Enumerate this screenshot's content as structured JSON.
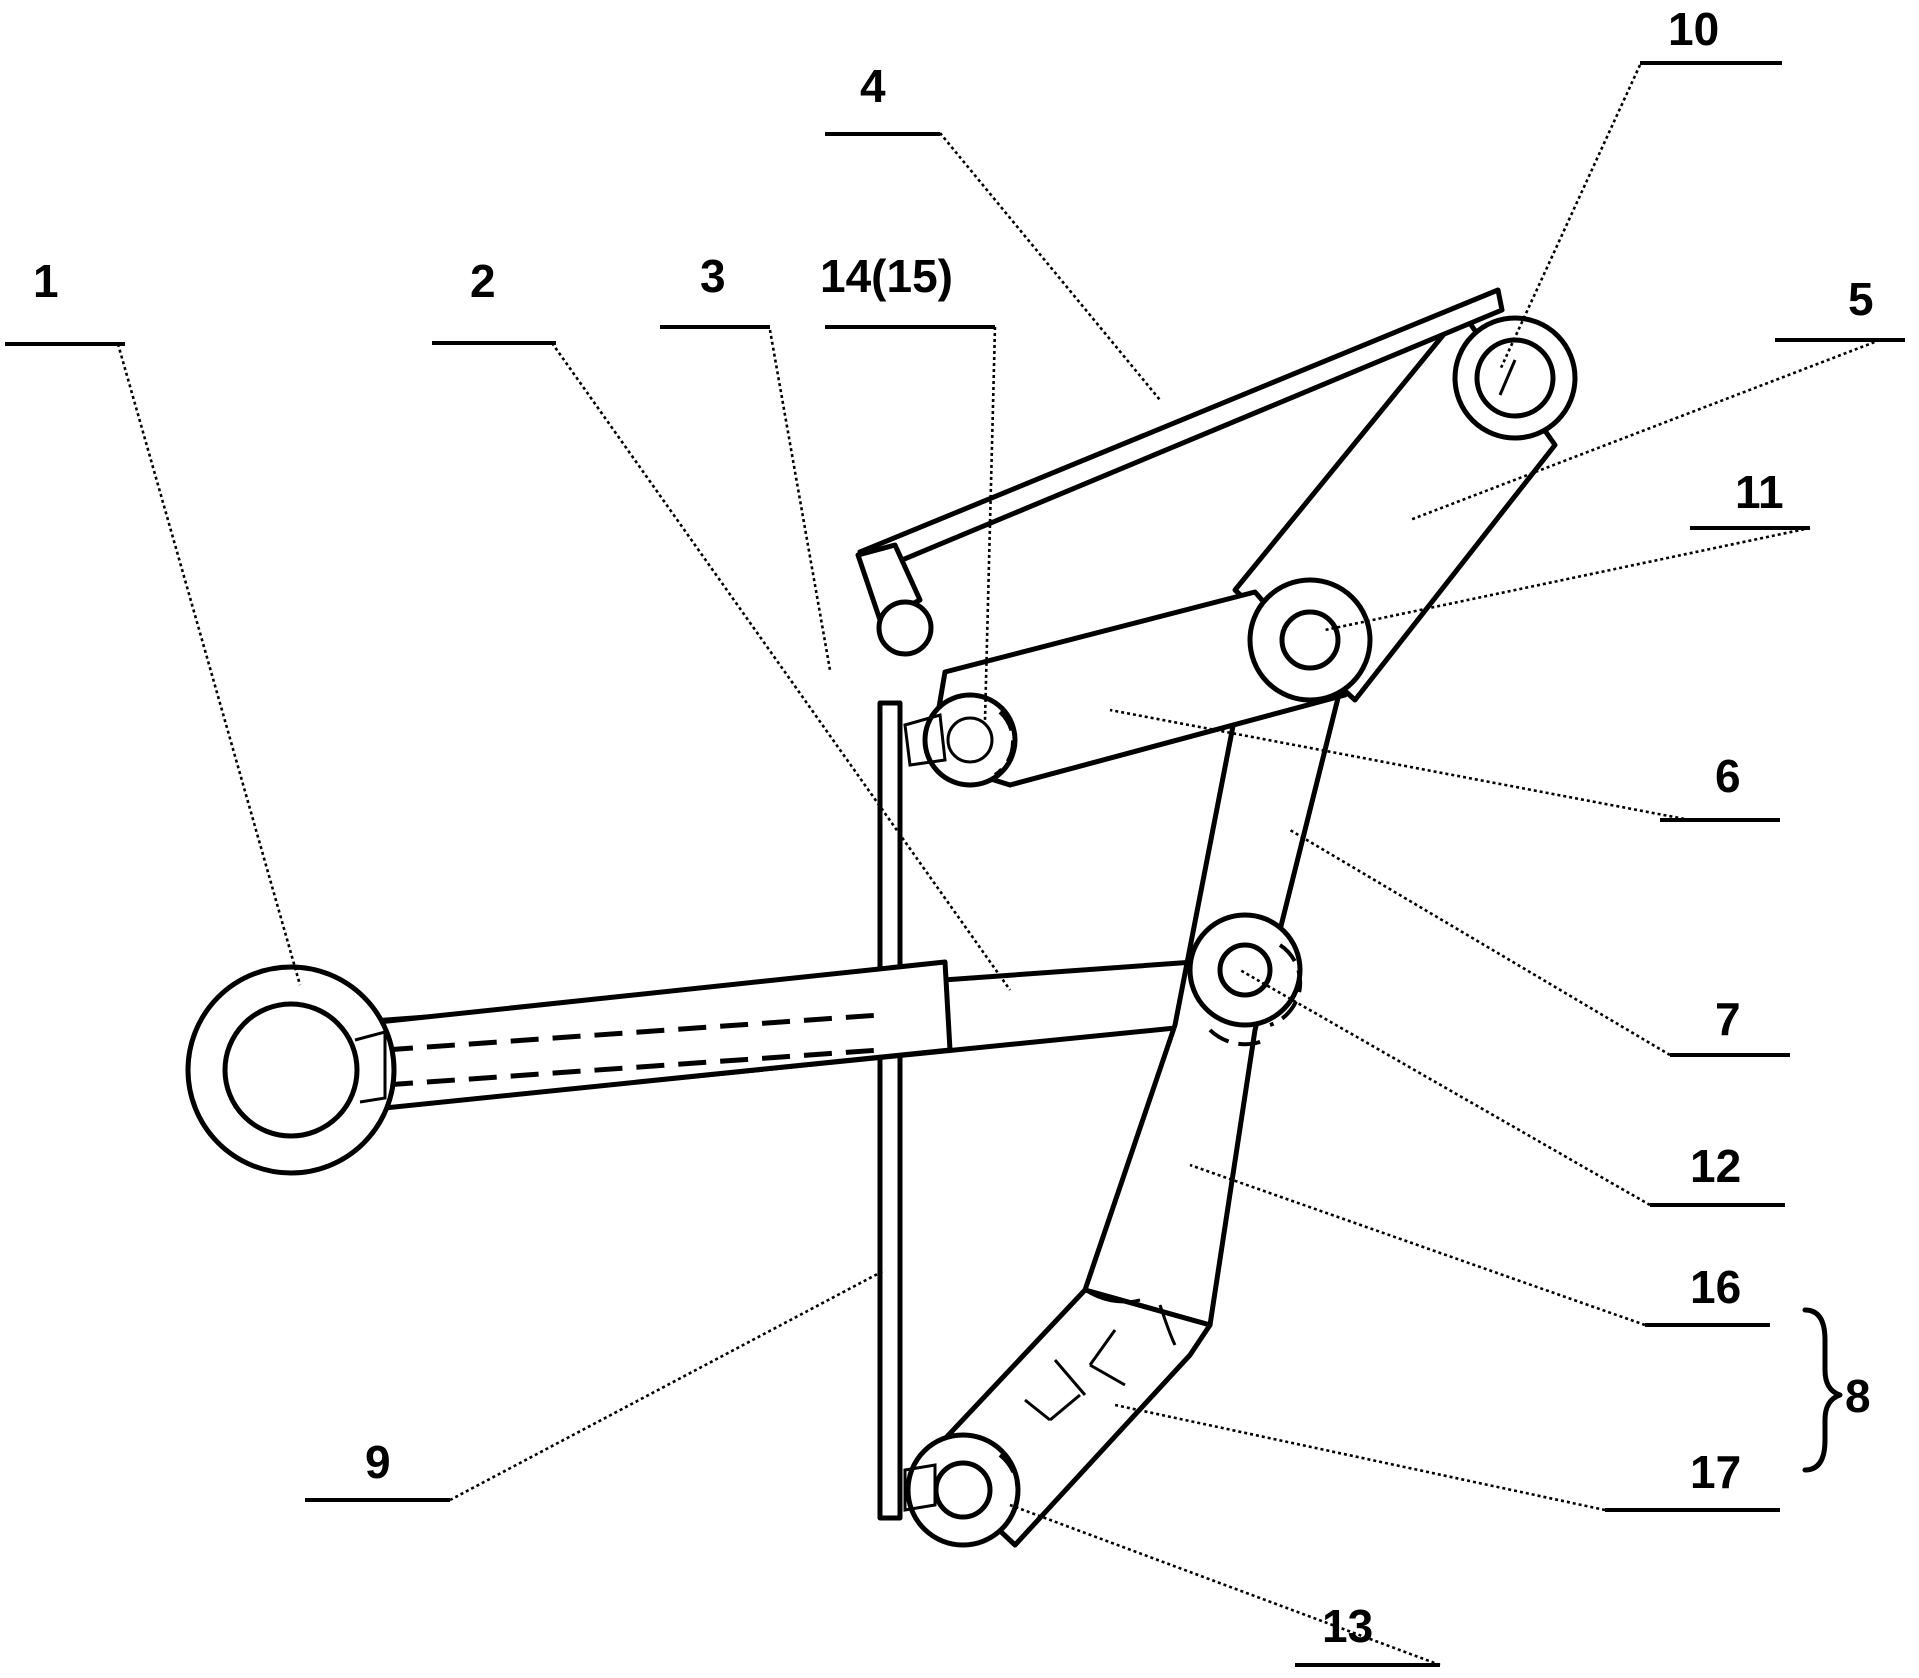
{
  "labels": {
    "l1": "1",
    "l2": "2",
    "l3": "3",
    "l4": "4",
    "l5": "5",
    "l6": "6",
    "l7": "7",
    "l8": "8",
    "l9": "9",
    "l10": "10",
    "l11": "11",
    "l12": "12",
    "l13": "13",
    "l14": "14(15)",
    "l16": "16",
    "l17": "17"
  }
}
